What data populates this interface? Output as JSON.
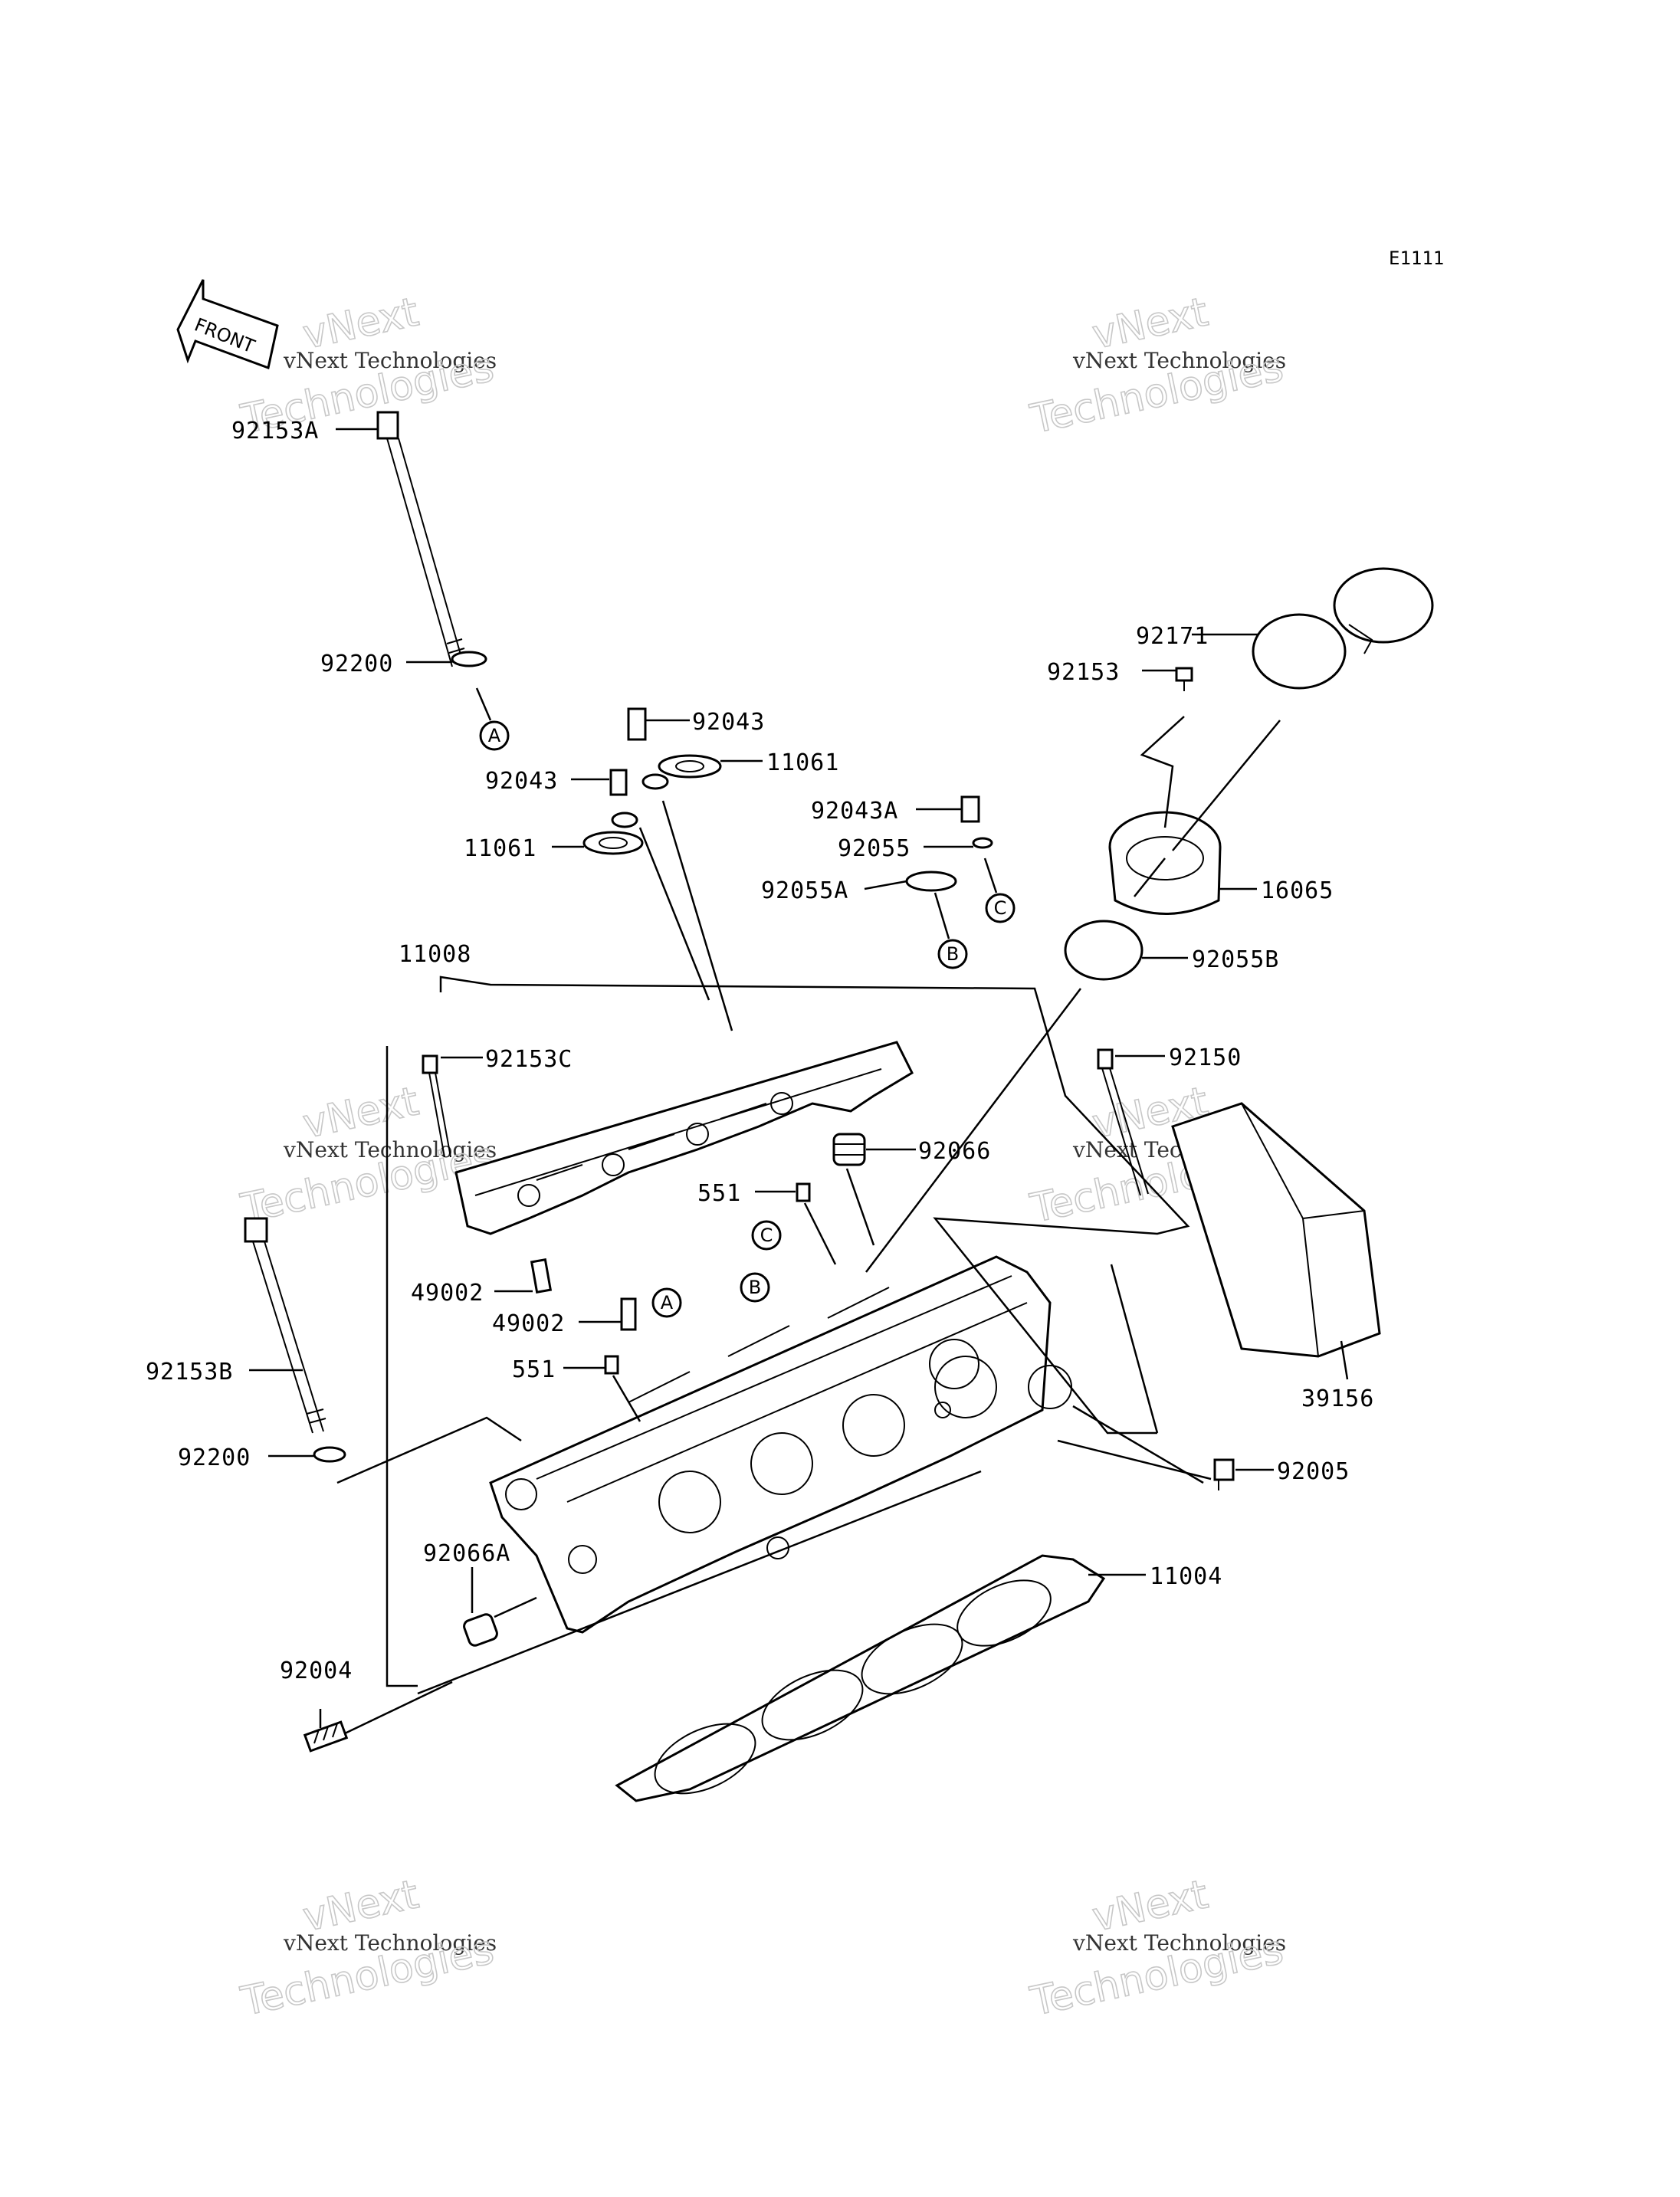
{
  "diagram_code": "E1111",
  "front_arrow_label": "FRONT",
  "watermark": {
    "small": "vNext Technologies",
    "big_line1": "vNext",
    "big_line2": "Technologies"
  },
  "part_labels": [
    "92153A",
    "92200",
    "92043",
    "92043",
    "11061",
    "11061",
    "92043A",
    "92055",
    "92055A",
    "92171",
    "92153",
    "16065",
    "92055B",
    "11008",
    "92153C",
    "92150",
    "92066",
    "551",
    "49002",
    "49002",
    "551",
    "92153B",
    "92200",
    "39156",
    "92005",
    "92066A",
    "11004",
    "92004"
  ],
  "reference_marks": [
    "A",
    "B",
    "C",
    "A",
    "B",
    "C"
  ]
}
